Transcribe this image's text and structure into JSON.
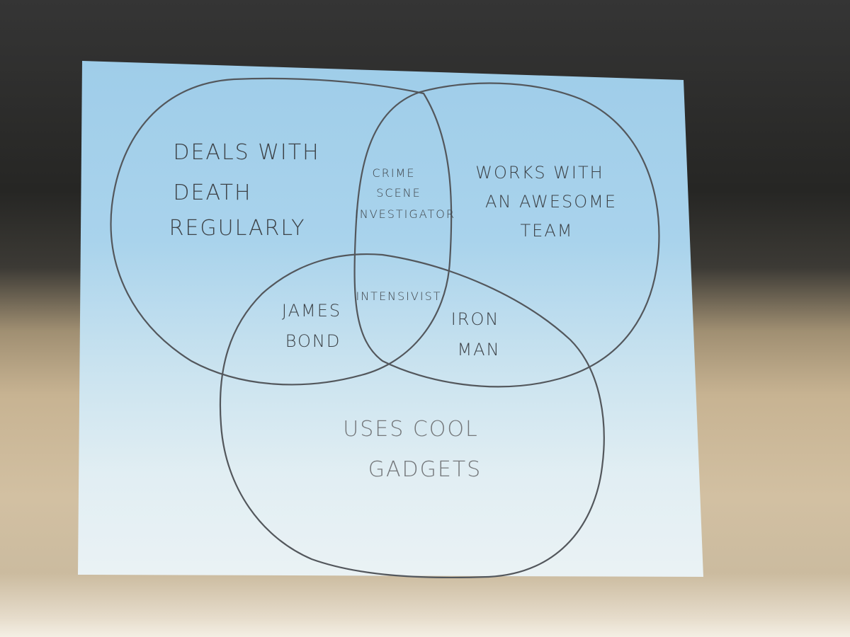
{
  "diagram": {
    "circles": [
      {
        "id": "top-left",
        "lines": [
          "DEALS WITH",
          "DEATH",
          "REGULARLY"
        ]
      },
      {
        "id": "top-right",
        "lines": [
          "WORKS WITH",
          "AN AWESOME",
          "TEAM"
        ]
      },
      {
        "id": "bottom",
        "lines": [
          "USES COOL",
          "GADGETS"
        ]
      }
    ],
    "intersections": {
      "top_left_top_right": [
        "CRIME",
        "SCENE",
        "INVESTIGATOR"
      ],
      "all_three": [
        "INTENSIVIST"
      ],
      "top_left_bottom": [
        "JAMES",
        "BOND"
      ],
      "top_right_bottom": [
        "IRON",
        "MAN"
      ]
    }
  }
}
